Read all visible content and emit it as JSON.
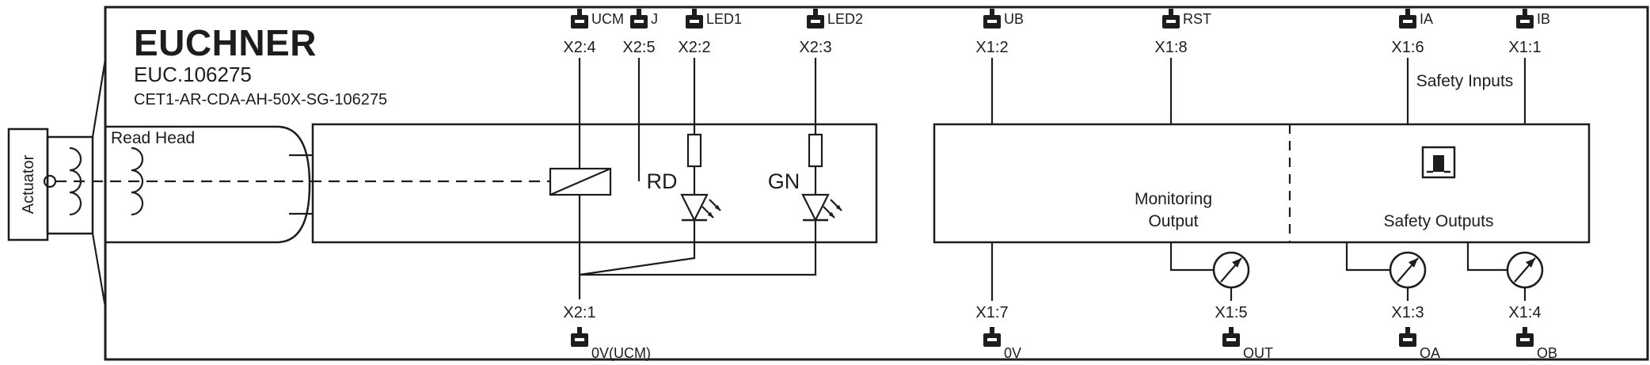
{
  "header": {
    "brand": "EUCHNER",
    "product_id": "EUC.106275",
    "model": "CET1-AR-CDA-AH-50X-SG-106275"
  },
  "labels": {
    "actuator": "Actuator",
    "read_head": "Read Head",
    "led_red": "RD",
    "led_green": "GN",
    "monitoring_output_line1": "Monitoring",
    "monitoring_output_line2": "Output",
    "safety_outputs": "Safety Outputs",
    "safety_inputs": "Safety Inputs"
  },
  "terminals_top": [
    {
      "pin": "X2:4",
      "signal": "UCM"
    },
    {
      "pin": "X2:5",
      "signal": "J"
    },
    {
      "pin": "X2:2",
      "signal": "LED1"
    },
    {
      "pin": "X2:3",
      "signal": "LED2"
    },
    {
      "pin": "X1:2",
      "signal": "UB"
    },
    {
      "pin": "X1:8",
      "signal": "RST"
    },
    {
      "pin": "X1:6",
      "signal": "IA"
    },
    {
      "pin": "X1:1",
      "signal": "IB"
    }
  ],
  "terminals_bottom": [
    {
      "pin": "X2:1",
      "signal": "0V(UCM)"
    },
    {
      "pin": "X1:7",
      "signal": "0V"
    },
    {
      "pin": "X1:5",
      "signal": "OUT"
    },
    {
      "pin": "X1:3",
      "signal": "OA"
    },
    {
      "pin": "X1:4",
      "signal": "OB"
    }
  ],
  "colors": {
    "line": "#1d1d1b",
    "background": "#ffffff"
  }
}
